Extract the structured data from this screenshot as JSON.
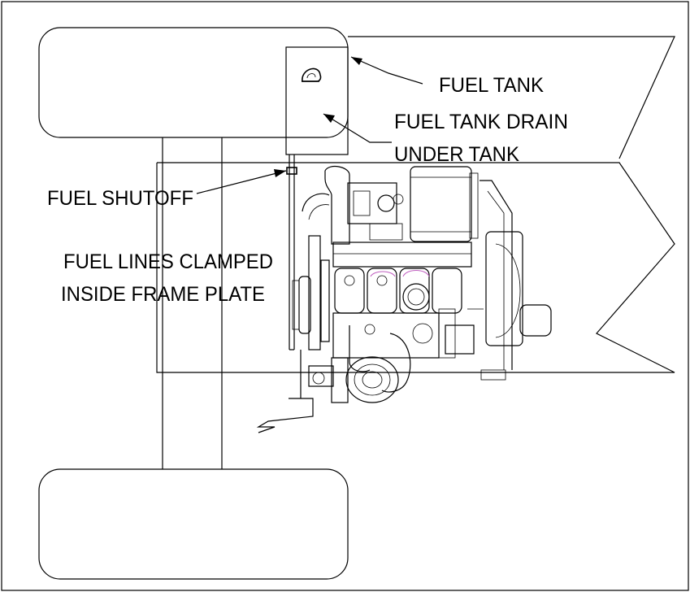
{
  "labels": {
    "fuel_tank": "FUEL TANK",
    "fuel_tank_drain_line1": "FUEL TANK DRAIN",
    "fuel_tank_drain_line2": "UNDER TANK",
    "fuel_shutoff": "FUEL SHUTOFF",
    "fuel_lines_line1": "FUEL LINES CLAMPED",
    "fuel_lines_line2": "INSIDE FRAME PLATE"
  },
  "colors": {
    "line": "#000000",
    "background": "#ffffff",
    "accent": "#c060c0"
  }
}
